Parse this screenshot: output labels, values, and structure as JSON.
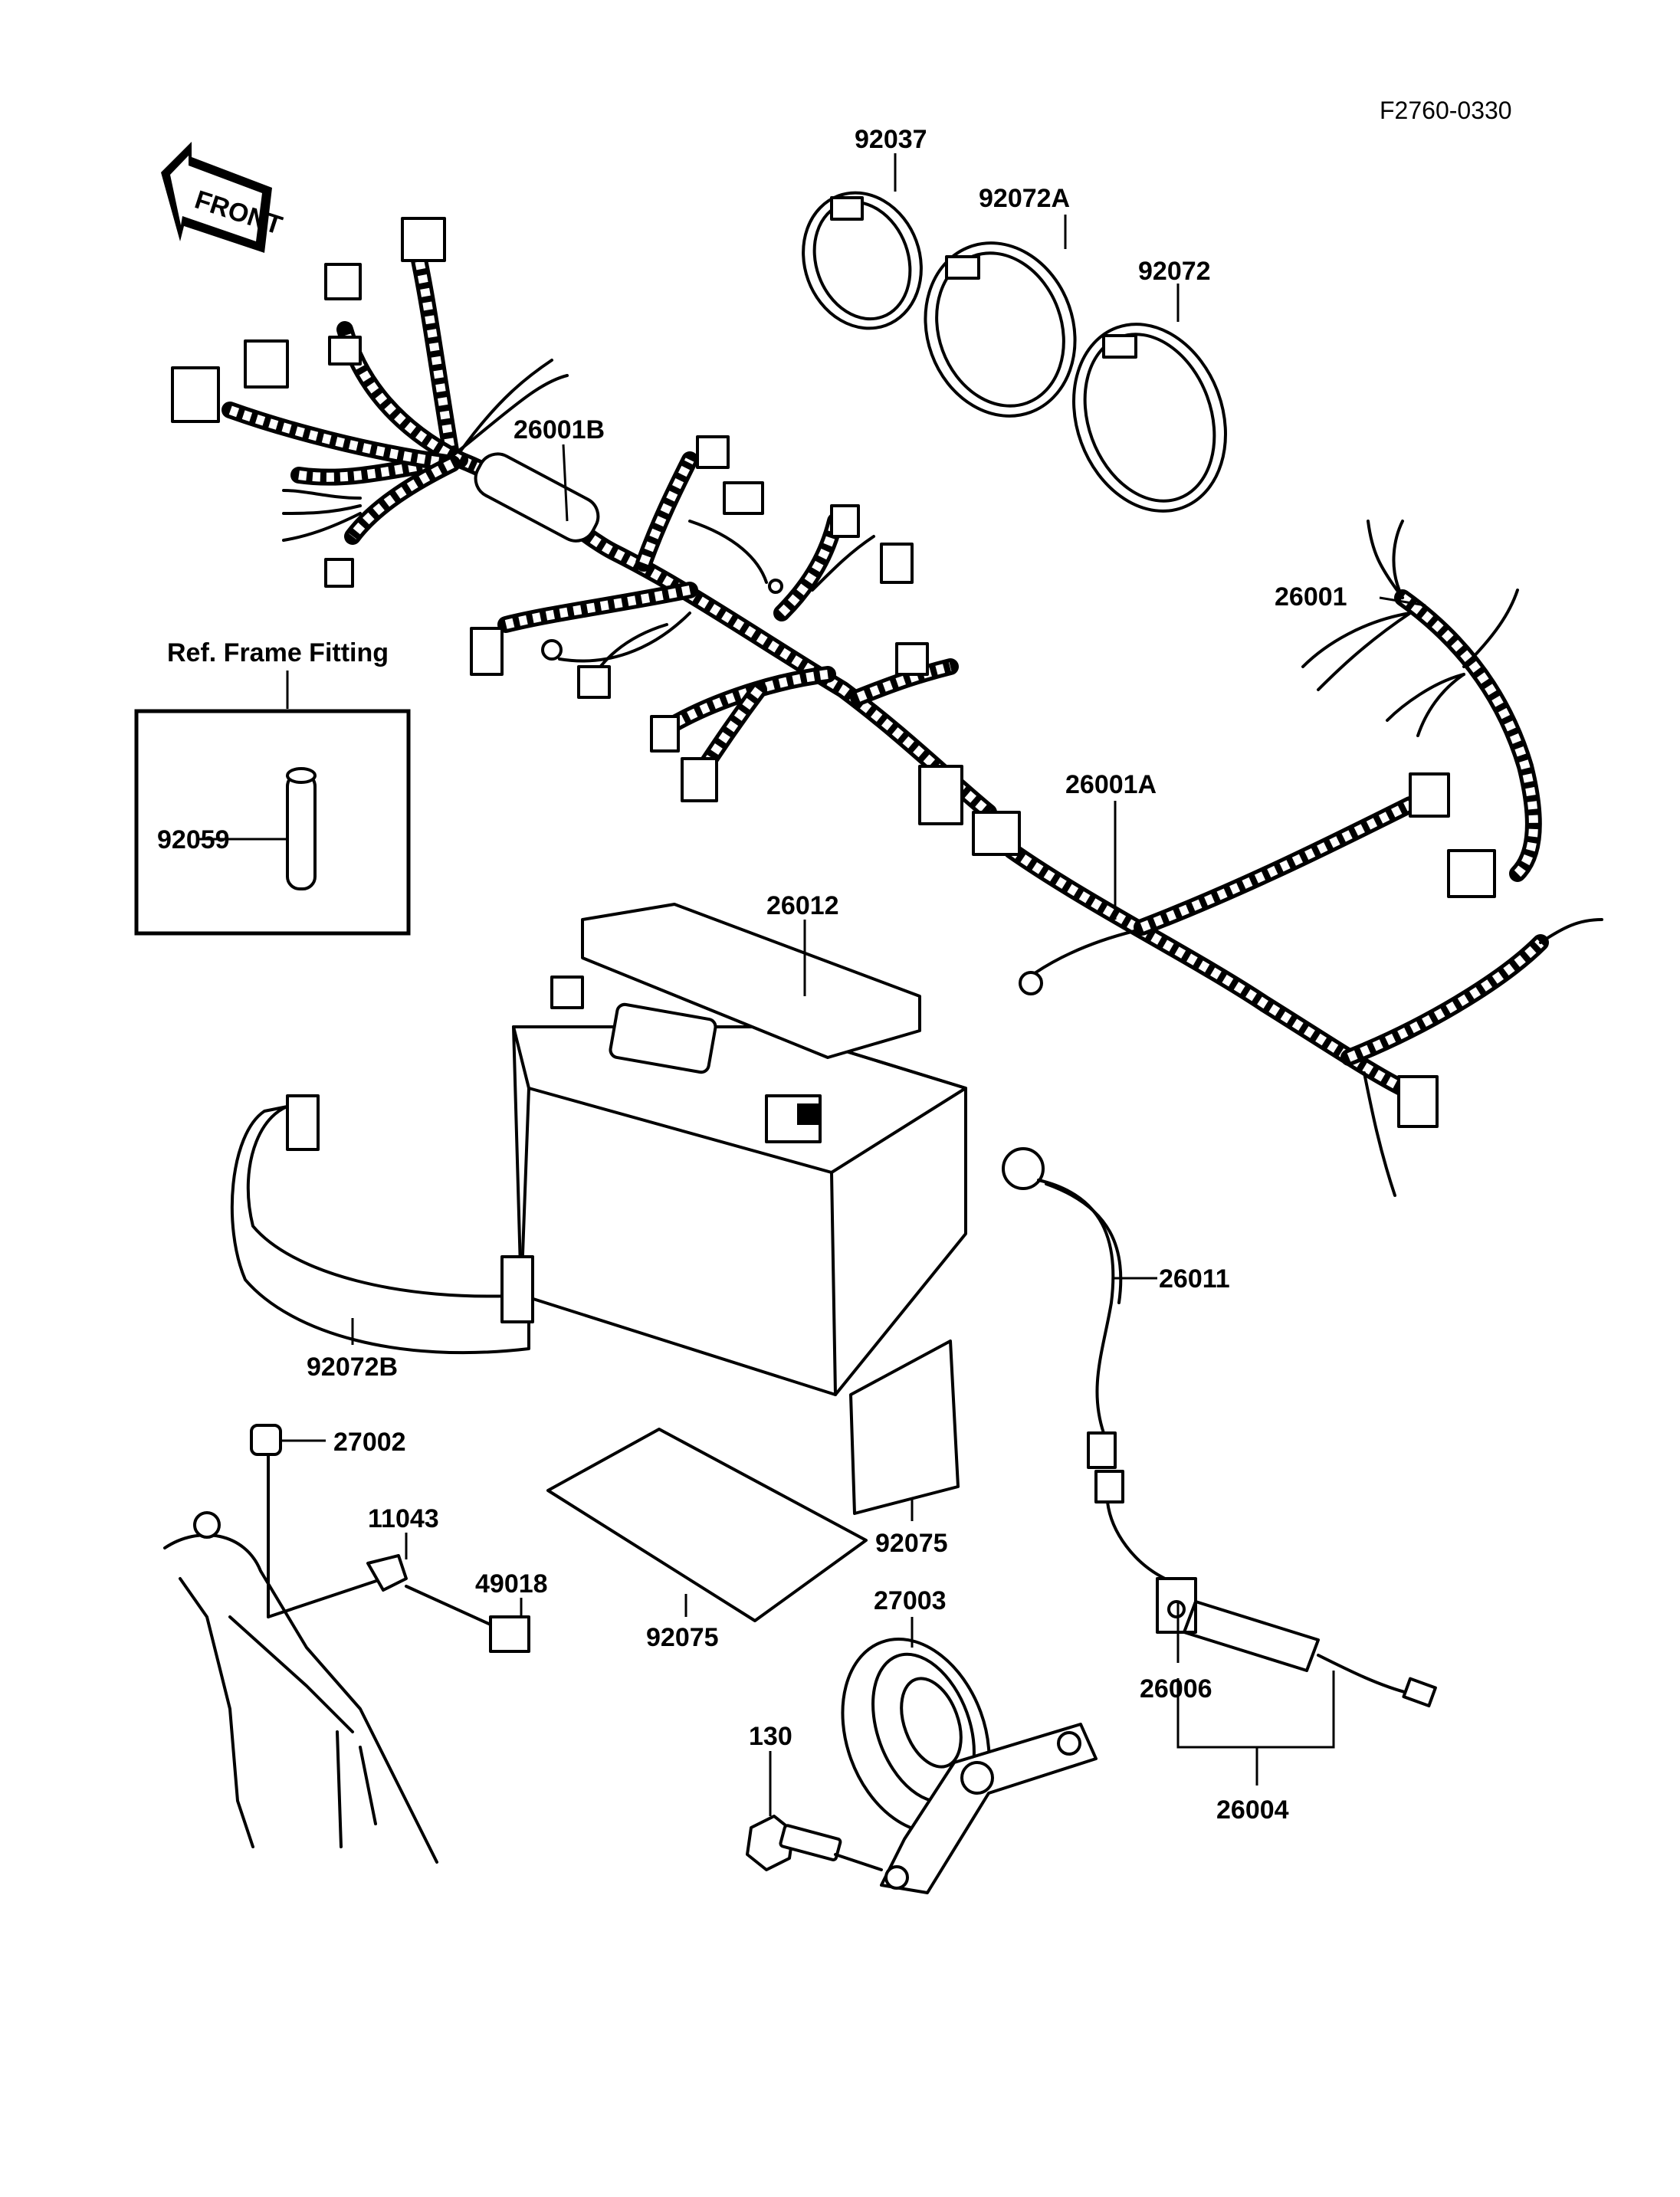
{
  "drawing_code": "F2760-0330",
  "front_label": "FRONT",
  "ref_box_title": "Ref. Frame Fitting",
  "parts": {
    "p92037": "92037",
    "p92072A": "92072A",
    "p92072": "92072",
    "p26001B": "26001B",
    "p26001": "26001",
    "p26001A": "26001A",
    "p92059": "92059",
    "p26012": "26012",
    "p26011": "26011",
    "p92072B": "92072B",
    "p27002": "27002",
    "p11043": "11043",
    "p49018": "49018",
    "p92075a": "92075",
    "p92075b": "92075",
    "p27003": "27003",
    "p130": "130",
    "p26006": "26006",
    "p26004": "26004"
  }
}
